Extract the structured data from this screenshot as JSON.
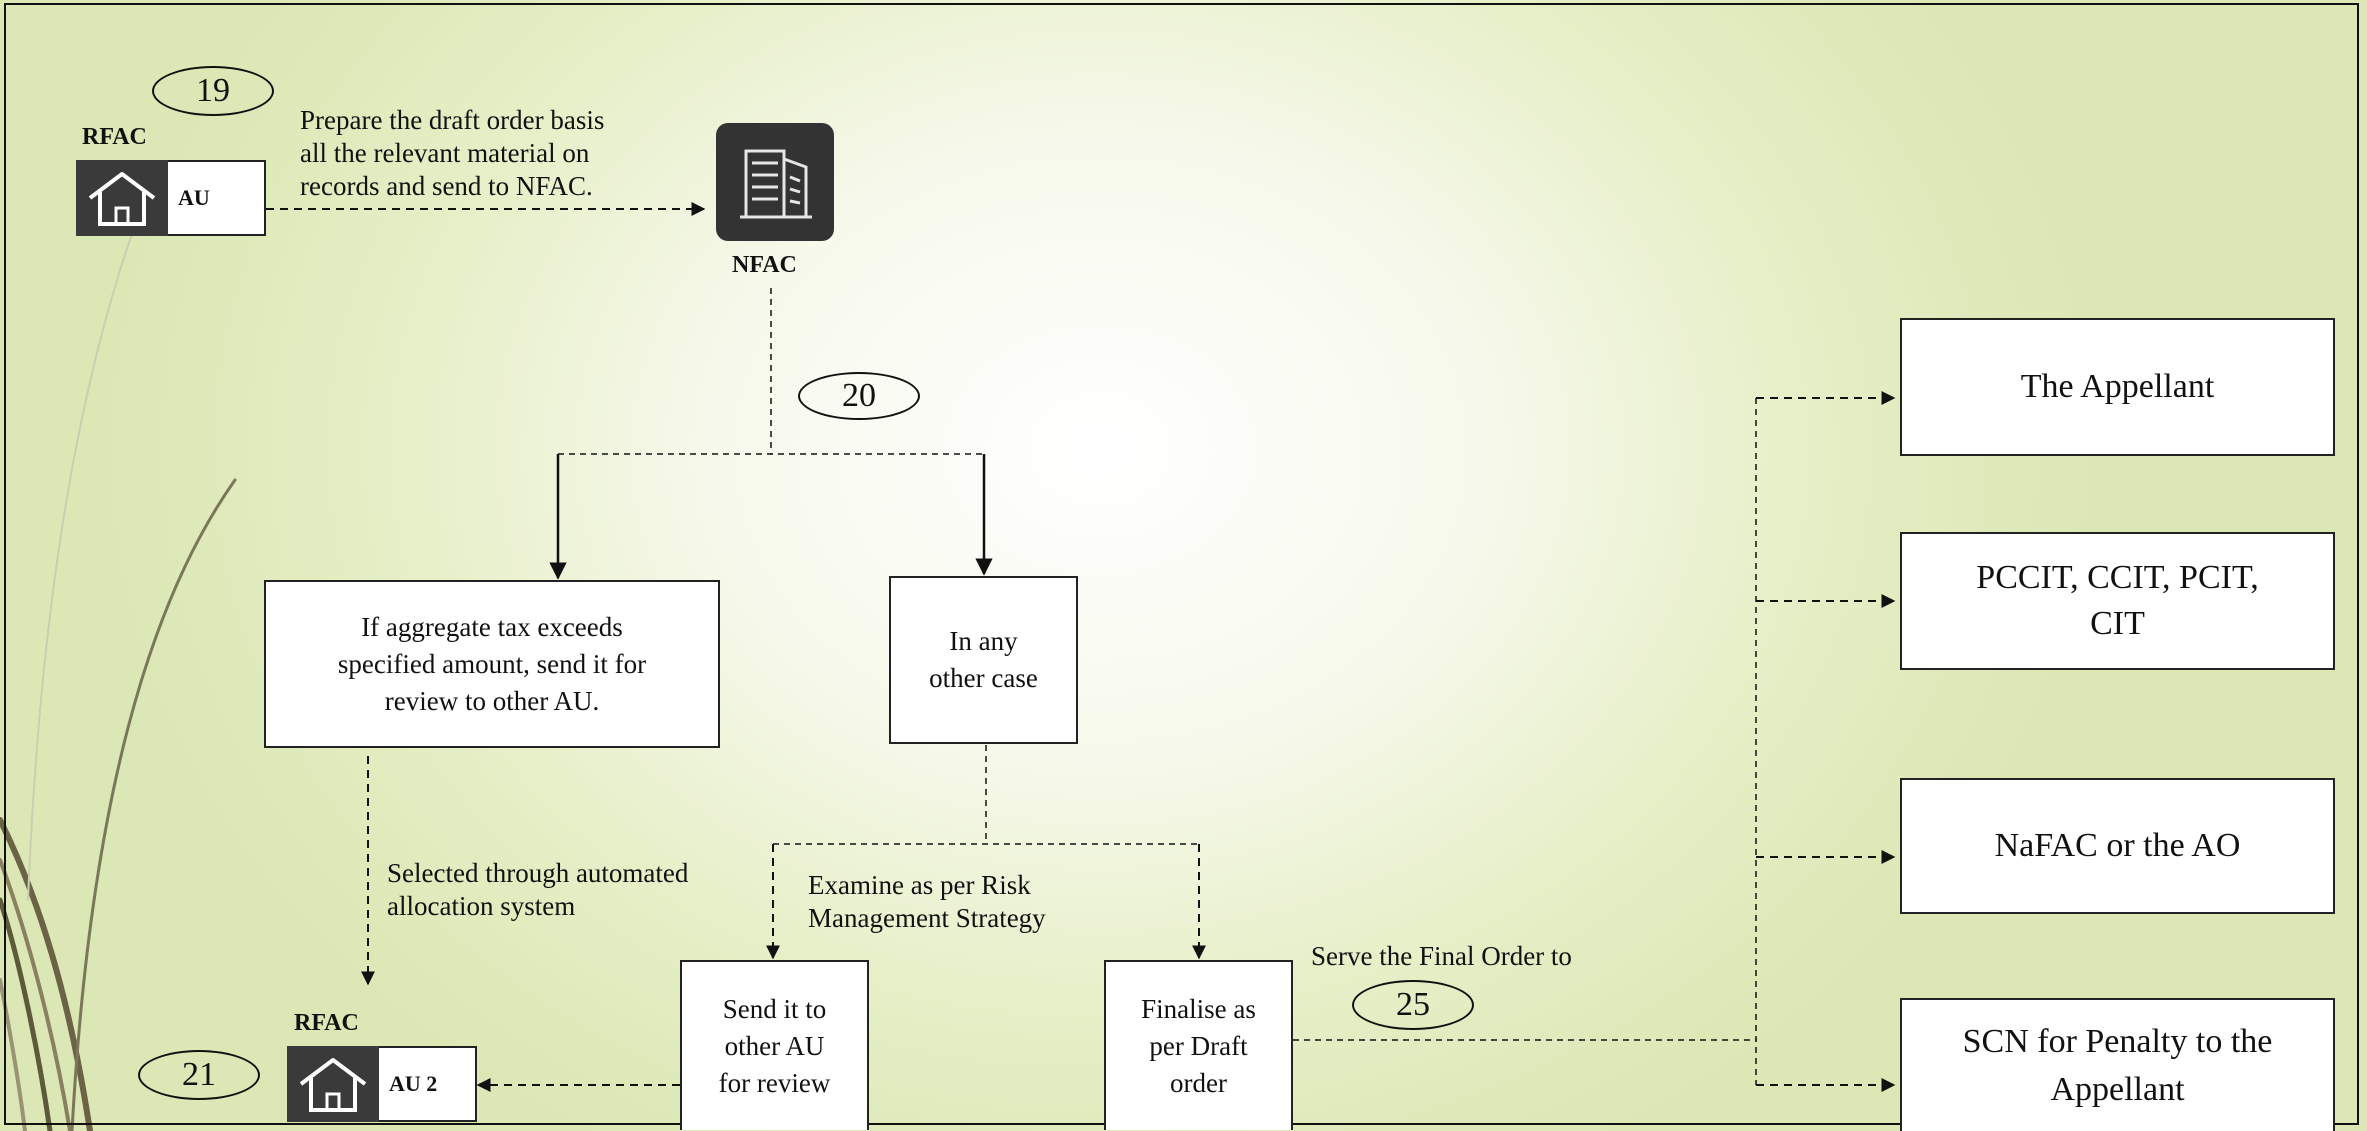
{
  "steps": {
    "s19": "19",
    "s20": "20",
    "s21": "21",
    "s25": "25"
  },
  "rfac_top": {
    "label": "RFAC",
    "unit": "AU",
    "icon": "house-icon"
  },
  "rfac_bottom": {
    "label": "RFAC",
    "unit": "AU 2",
    "icon": "house-icon"
  },
  "nfac": {
    "label": "NFAC",
    "icon": "building-icon"
  },
  "notes": {
    "prepare": "Prepare the draft order basis\nall the relevant material on\nrecords and send to NFAC.",
    "selected": "Selected through automated\nallocation system",
    "examine": "Examine as per Risk\nManagement Strategy",
    "serve": "Serve the Final Order to"
  },
  "boxes": {
    "aggregate": "If aggregate tax exceeds\nspecified amount, send it for\nreview to other AU.",
    "other_case": "In any\nother case",
    "send_review": "Send it to\nother AU\nfor review",
    "finalise": "Finalise as\nper Draft\norder",
    "appellant": "The Appellant",
    "pccit": "PCCIT, CCIT, PCIT,\nCIT",
    "nafac": "NaFAC or the AO",
    "scn": "SCN for Penalty to the\nAppellant"
  },
  "colors": {
    "background_center": "#ffffff",
    "background_edge": "#dbe7b4",
    "icon_dark": "#333333",
    "line": "#111111"
  }
}
